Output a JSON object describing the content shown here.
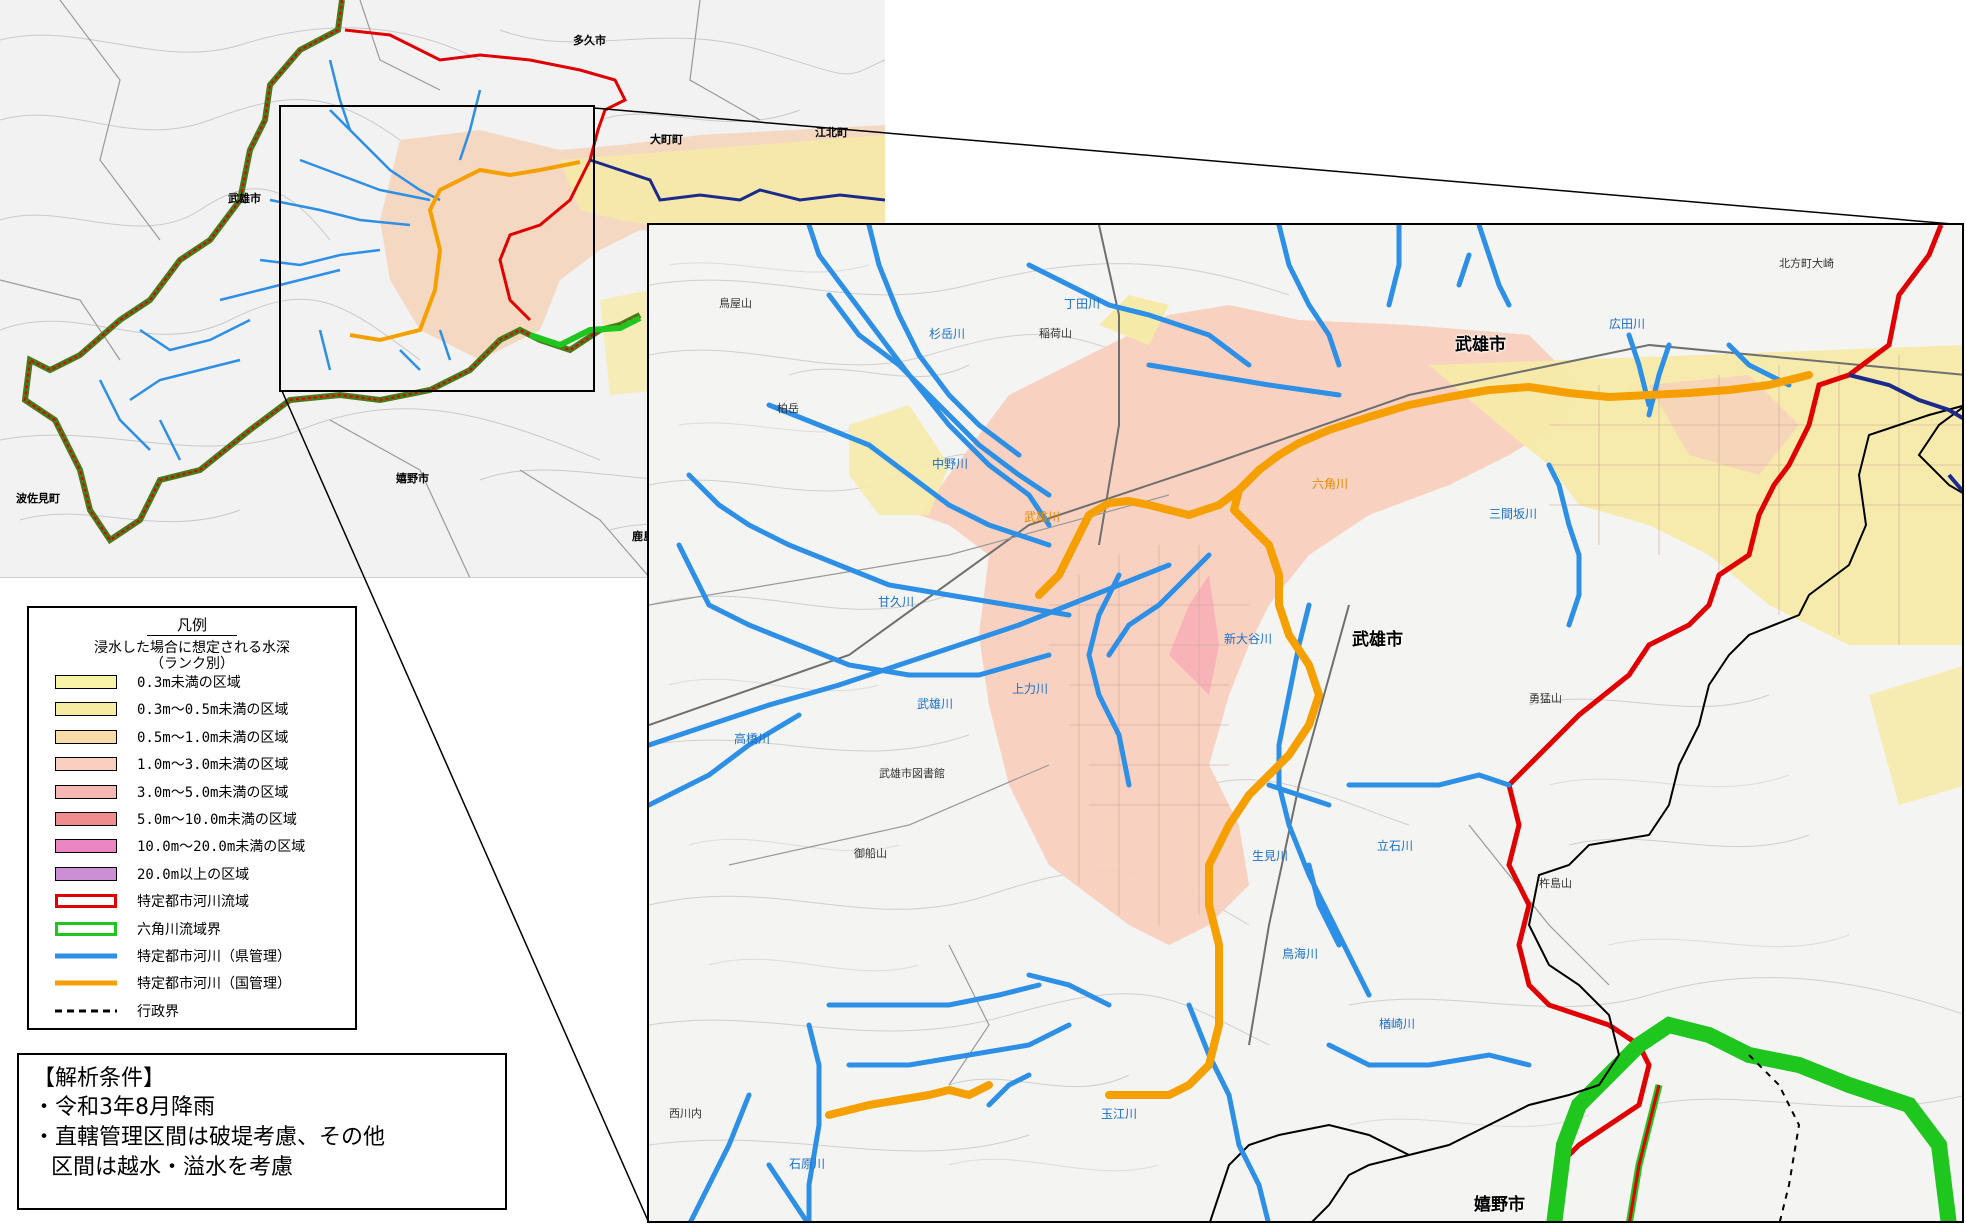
{
  "overview_map": {
    "place_labels": [
      "多久市",
      "大町町",
      "江北町",
      "武雄市",
      "波佐見町",
      "嬉野市",
      "鹿島市"
    ]
  },
  "detail_map": {
    "city_labels": [
      "武雄市",
      "武雄市",
      "嬉野市"
    ],
    "river_labels": [
      "六角川",
      "甘久川",
      "中野川",
      "杉岳川",
      "丁田川",
      "広田川",
      "三間坂川",
      "新大谷川",
      "上力川",
      "武雄川",
      "高橋川",
      "生見川",
      "立石川",
      "鳥海川",
      "楢崎川",
      "玉江川",
      "石原川"
    ],
    "main_river_labels": [
      "武雄川",
      "六角川"
    ],
    "place_labels": [
      "鳥屋山",
      "稲荷山",
      "柏岳",
      "武雄市図書館",
      "北方町大崎",
      "御船山",
      "西川内",
      "杵島山",
      "勇猛山"
    ]
  },
  "legend": {
    "title": "凡例",
    "subtitle_line1": "浸水した場合に想定される水深",
    "subtitle_line2": "（ランク別）",
    "items": [
      {
        "label": "0.3m未満の区域",
        "color": "#f7f3a8",
        "kind": "box"
      },
      {
        "label": "0.3m～0.5m未満の区域",
        "color": "#f5eba3",
        "kind": "box"
      },
      {
        "label": "0.5m～1.0m未満の区域",
        "color": "#f7dca8",
        "kind": "box"
      },
      {
        "label": "1.0m～3.0m未満の区域",
        "color": "#f9cfbf",
        "kind": "box"
      },
      {
        "label": "3.0m～5.0m未満の区域",
        "color": "#f6b8b4",
        "kind": "box"
      },
      {
        "label": "5.0m～10.0m未満の区域",
        "color": "#f08b8e",
        "kind": "box"
      },
      {
        "label": "10.0m～20.0m未満の区域",
        "color": "#ec86c2",
        "kind": "box"
      },
      {
        "label": "20.0m以上の区域",
        "color": "#cc8fd6",
        "kind": "box"
      },
      {
        "label": "特定都市河川流域",
        "color": "#e00000",
        "kind": "outline"
      },
      {
        "label": "六角川流域界",
        "color": "#1ec61e",
        "kind": "outline"
      },
      {
        "label": "特定都市河川（県管理）",
        "color": "#2d8fe6",
        "kind": "line"
      },
      {
        "label": "特定都市河川（国管理）",
        "color": "#f5a000",
        "kind": "line"
      },
      {
        "label": "行政界",
        "color": "#000000",
        "kind": "dash"
      }
    ]
  },
  "conditions": {
    "title": "【解析条件】",
    "line1": "・令和3年8月降雨",
    "line2": "・直轄管理区間は破堤考慮、その他",
    "line3": "区間は越水・溢水を考慮"
  },
  "colors": {
    "prefecture_river": "#2d8fe6",
    "national_river": "#f5a000",
    "specified_basin": "#e00000",
    "rokkaku_basin": "#1ec61e",
    "admin_boundary": "#000000"
  }
}
